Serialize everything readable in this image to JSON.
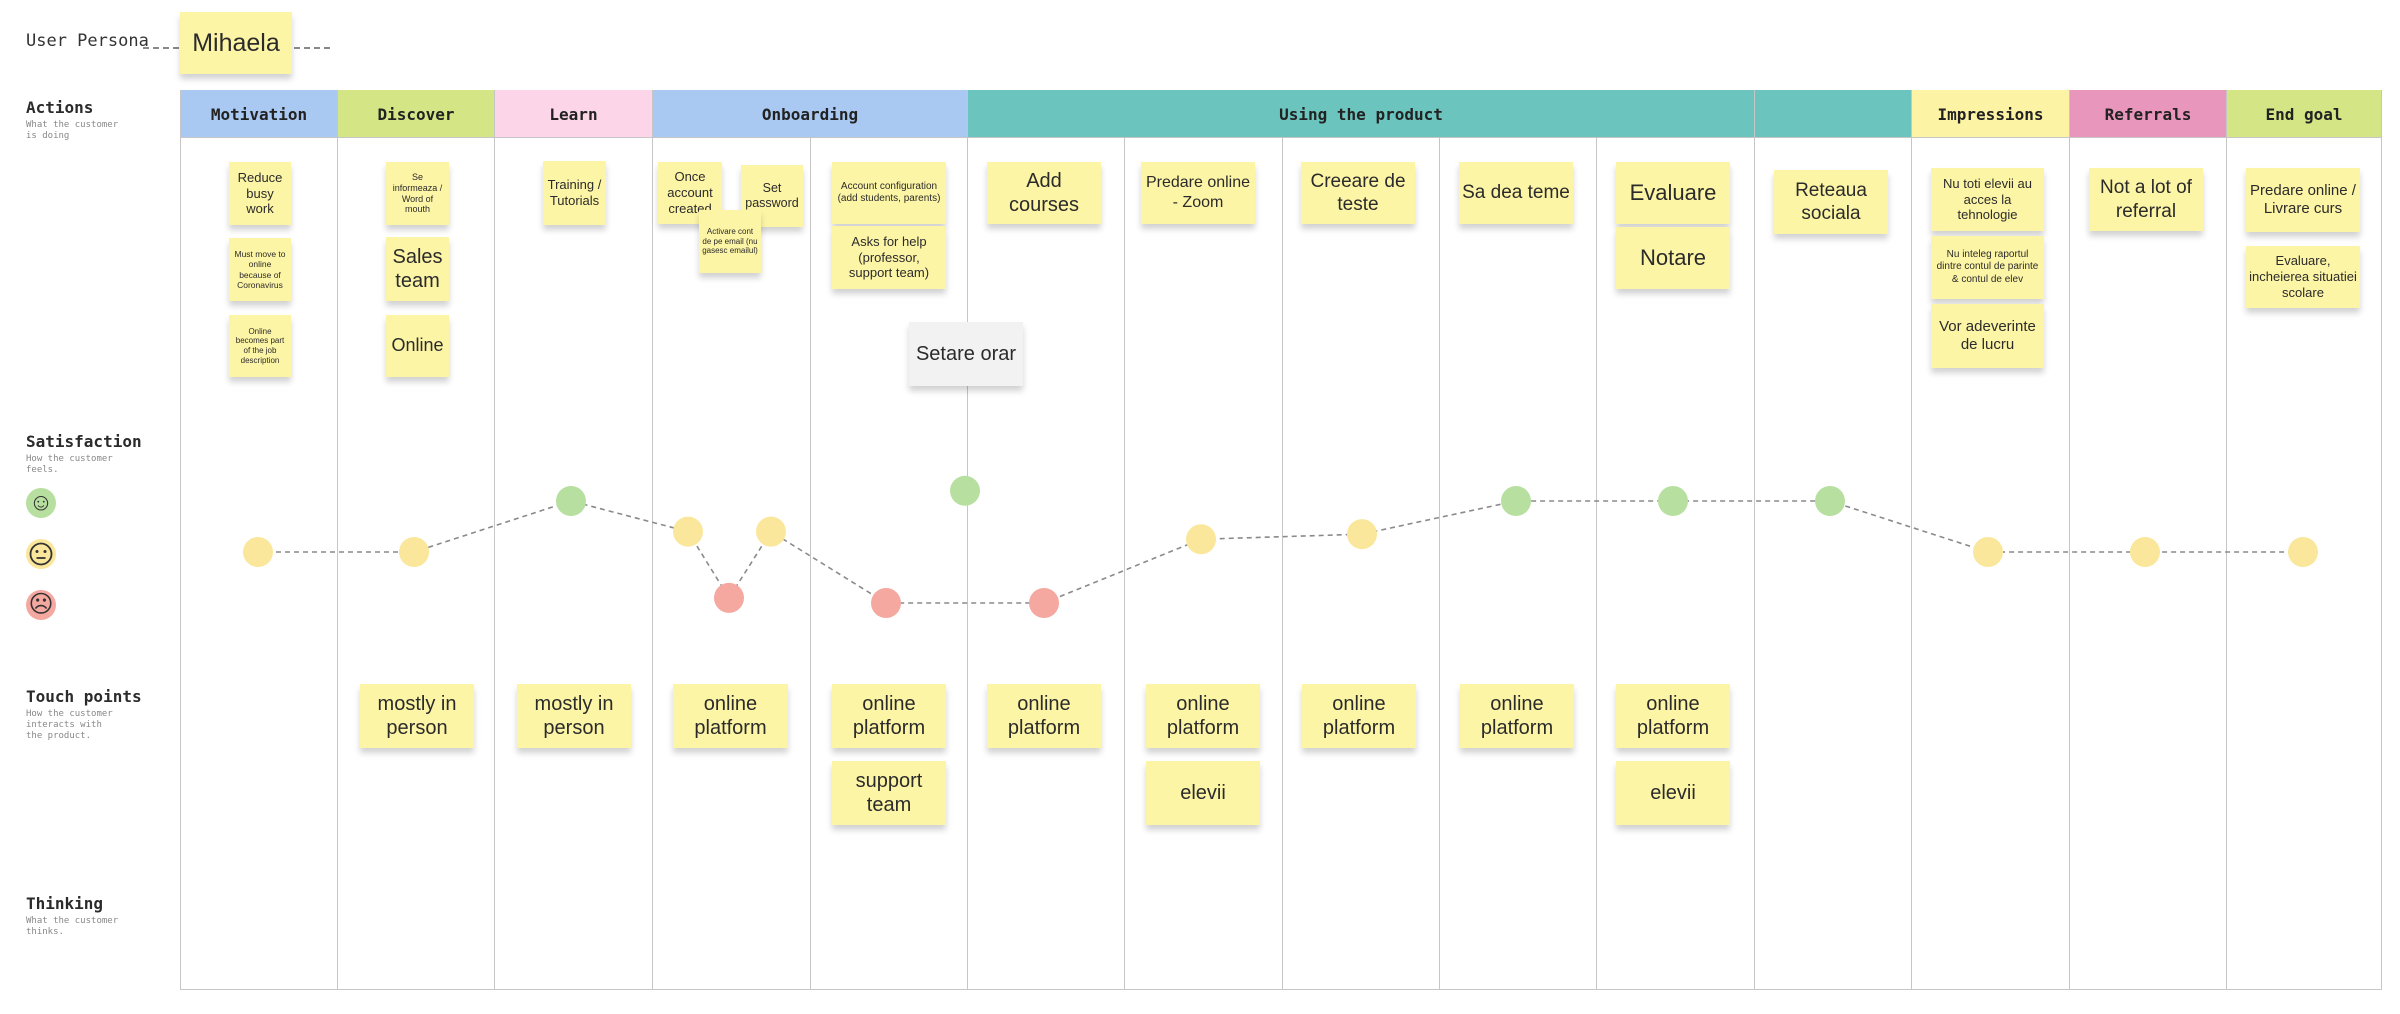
{
  "persona": {
    "label": "User Persona",
    "name": "Mihaela"
  },
  "rows": {
    "actions": {
      "title": "Actions",
      "subtitle": "What the customer is doing"
    },
    "satisfaction": {
      "title": "Satisfaction",
      "subtitle": "How the customer feels."
    },
    "touchpoints": {
      "title": "Touch points",
      "subtitle": "How the customer interacts with the product."
    },
    "thinking": {
      "title": "Thinking",
      "subtitle": "What the customer thinks."
    }
  },
  "stages": [
    {
      "label": "Motivation",
      "color": "#a9c9f2"
    },
    {
      "label": "Discover",
      "color": "#d3e585"
    },
    {
      "label": "Learn",
      "color": "#fcd6e8"
    },
    {
      "label": "Onboarding",
      "color": "#a9c9f2"
    },
    {
      "label": "Using the product",
      "color": "#6bc4bd"
    },
    {
      "label": "",
      "color": "#6bc4bd"
    },
    {
      "label": "Impressions",
      "color": "#fdf3a4"
    },
    {
      "label": "Referrals",
      "color": "#e996bc"
    },
    {
      "label": "End goal",
      "color": "#d3e585"
    }
  ],
  "faces": {
    "happy": {
      "icon": "happy-face-icon",
      "color": "#b7e0a0",
      "glyph": "☺"
    },
    "neutral": {
      "icon": "neutral-face-icon",
      "color": "#fbe79b",
      "glyph": "😐"
    },
    "sad": {
      "icon": "sad-face-icon",
      "color": "#f4a8a0",
      "glyph": "☹"
    }
  },
  "stickies": {
    "actions": [
      "Reduce busy work",
      "Must move to online because of Coronavirus",
      "Online becomes part of the job description",
      "Se informeaza / Word of mouth",
      "Sales team",
      "Online",
      "Training / Tutorials",
      "Once account created",
      "Set password",
      "Activare cont de pe email (nu gasesc emailul)",
      "Account configuration (add students, parents)",
      "Asks for help (professor, support team)",
      "Setare orar",
      "Add courses",
      "Predare online - Zoom",
      "Creeare de teste",
      "Sa dea teme",
      "Evaluare",
      "Notare",
      "Reteaua sociala",
      "Nu toti elevii au acces la tehnologie",
      "Nu inteleg raportul dintre contul de parinte & contul de elev",
      "Vor adeverinte de lucru",
      "Not a lot of referral",
      "Predare online / Livrare curs",
      "Evaluare, incheierea situatiei scolare"
    ],
    "touchpoints": [
      "mostly in person",
      "mostly in person",
      "online platform",
      "online platform",
      "support team",
      "online platform",
      "online platform",
      "elevii",
      "online platform",
      "online platform",
      "online platform",
      "elevii"
    ]
  },
  "satisfaction_curve": {
    "levels": {
      "happy": 3,
      "neutral": 2,
      "sad": 1
    },
    "points": [
      {
        "stage": "Motivation",
        "level": 2,
        "mood": "neutral"
      },
      {
        "stage": "Discover",
        "level": 2,
        "mood": "neutral"
      },
      {
        "stage": "Learn",
        "level": 3,
        "mood": "happy"
      },
      {
        "stage": "Onboarding",
        "level": 2.4,
        "mood": "neutral"
      },
      {
        "stage": "Onboarding",
        "level": 1.1,
        "mood": "sad"
      },
      {
        "stage": "Onboarding",
        "level": 2.4,
        "mood": "neutral"
      },
      {
        "stage": "Onboarding",
        "level": 1,
        "mood": "sad"
      },
      {
        "stage": "Setare orar",
        "level": 3.2,
        "mood": "happy",
        "connected": false
      },
      {
        "stage": "Using the product",
        "level": 1,
        "mood": "sad"
      },
      {
        "stage": "Using the product",
        "level": 2.25,
        "mood": "neutral"
      },
      {
        "stage": "Using the product",
        "level": 2.35,
        "mood": "neutral"
      },
      {
        "stage": "Using the product",
        "level": 3,
        "mood": "happy"
      },
      {
        "stage": "Using the product",
        "level": 3,
        "mood": "happy"
      },
      {
        "stage": "Using the product",
        "level": 3,
        "mood": "happy"
      },
      {
        "stage": "Impressions",
        "level": 2,
        "mood": "neutral"
      },
      {
        "stage": "Referrals",
        "level": 2,
        "mood": "neutral"
      },
      {
        "stage": "End goal",
        "level": 2,
        "mood": "neutral"
      }
    ]
  }
}
